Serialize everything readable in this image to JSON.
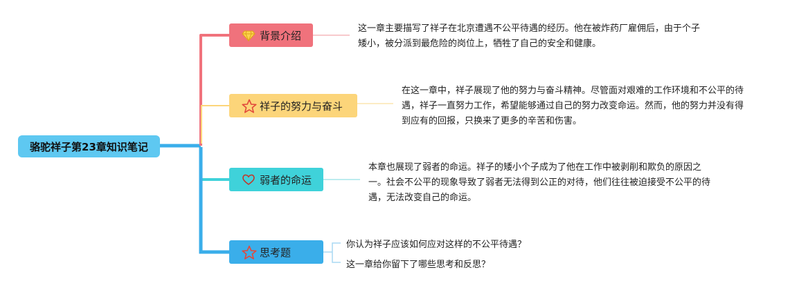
{
  "root": {
    "title": "骆驼祥子第23章知识笔记"
  },
  "colors": {
    "root": "#5ec8f1",
    "background_topic": "#f0727c",
    "effort_topic": "#fcd57a",
    "fate_topic": "#3fd2da",
    "thinking_topic": "#3aaeea"
  },
  "topics": [
    {
      "label": "背景介绍",
      "icon": "gem-icon",
      "text": "这一章主要描写了祥子在北京遭遇不公平待遇的经历。他在被炸药厂雇佣后，由于个子矮小，被分派到最危险的岗位上，牺牲了自己的安全和健康。"
    },
    {
      "label": "祥子的努力与奋斗",
      "icon": "star-icon",
      "text": "在这一章中，祥子展现了他的努力与奋斗精神。尽管面对艰难的工作环境和不公平的待遇，祥子一直努力工作，希望能够通过自己的努力改变命运。然而，他的努力并没有得到应有的回报，只换来了更多的辛苦和伤害。"
    },
    {
      "label": "弱者的命运",
      "icon": "heart-icon",
      "text": "本章也展现了弱者的命运。祥子的矮小个子成为了他在工作中被剥削和欺负的原因之一。社会不公平的现象导致了弱者无法得到公正的对待，他们往往被迫接受不公平的待遇，无法改变自己的命运。"
    },
    {
      "label": "思考题",
      "icon": "star-icon",
      "questions": [
        "你认为祥子应该如何应对这样的不公平待遇？",
        "这一章给你留下了哪些思考和反思？"
      ]
    }
  ]
}
